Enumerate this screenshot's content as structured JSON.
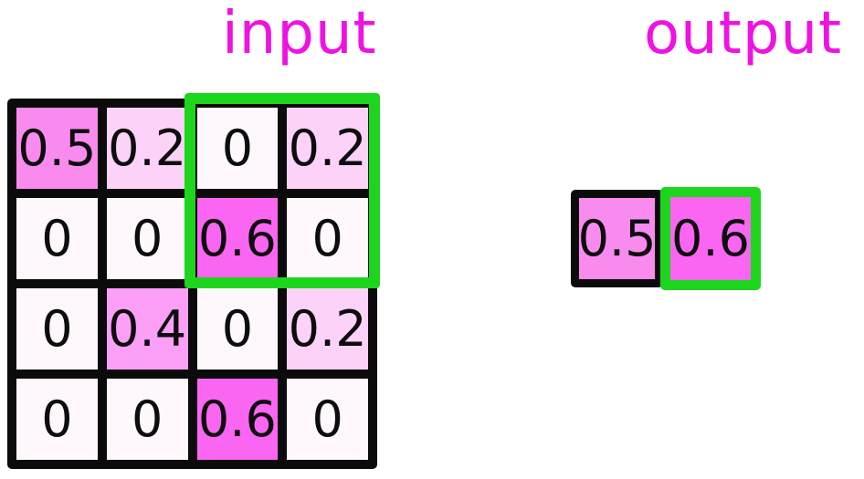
{
  "titles": {
    "input": "input",
    "output": "output"
  },
  "colors": {
    "title_text": "#ee12e3",
    "highlight_green": "#1ed51e",
    "grid_line_black": "#0b0b0b",
    "shade_value_0": "#fef8fd",
    "shade_value_02": "#fdd2f9",
    "shade_value_04": "#fc9ff7",
    "shade_value_05": "#f98bef",
    "shade_value_06": "#fa66f2"
  },
  "input_grid": {
    "rows": 4,
    "cols": 4,
    "values": [
      [
        "0.5",
        "0.2",
        "0",
        "0.2"
      ],
      [
        "0",
        "0",
        "0.6",
        "0"
      ],
      [
        "0",
        "0.4",
        "0",
        "0.2"
      ],
      [
        "0",
        "0",
        "0.6",
        "0"
      ]
    ],
    "cells": [
      {
        "value": "0.5",
        "bg": "#f98bef"
      },
      {
        "value": "0.2",
        "bg": "#fdd2f9"
      },
      {
        "value": "0",
        "bg": "#fef8fd"
      },
      {
        "value": "0.2",
        "bg": "#fdd2f9"
      },
      {
        "value": "0",
        "bg": "#fef8fd"
      },
      {
        "value": "0",
        "bg": "#fef8fd"
      },
      {
        "value": "0.6",
        "bg": "#fa66f2"
      },
      {
        "value": "0",
        "bg": "#fef8fd"
      },
      {
        "value": "0",
        "bg": "#fef8fd"
      },
      {
        "value": "0.4",
        "bg": "#fc9ff7"
      },
      {
        "value": "0",
        "bg": "#fef8fd"
      },
      {
        "value": "0.2",
        "bg": "#fdd2f9"
      },
      {
        "value": "0",
        "bg": "#fef8fd"
      },
      {
        "value": "0",
        "bg": "#fef8fd"
      },
      {
        "value": "0.6",
        "bg": "#fa66f2"
      },
      {
        "value": "0",
        "bg": "#fef8fd"
      }
    ],
    "highlight_window": "rows 1-2, cols 3-4"
  },
  "output_grid": {
    "cells": [
      {
        "value": "0.5",
        "bg": "#f98bef",
        "border": "black"
      },
      {
        "value": "0.6",
        "bg": "#fa66f2",
        "border": "green"
      }
    ]
  }
}
